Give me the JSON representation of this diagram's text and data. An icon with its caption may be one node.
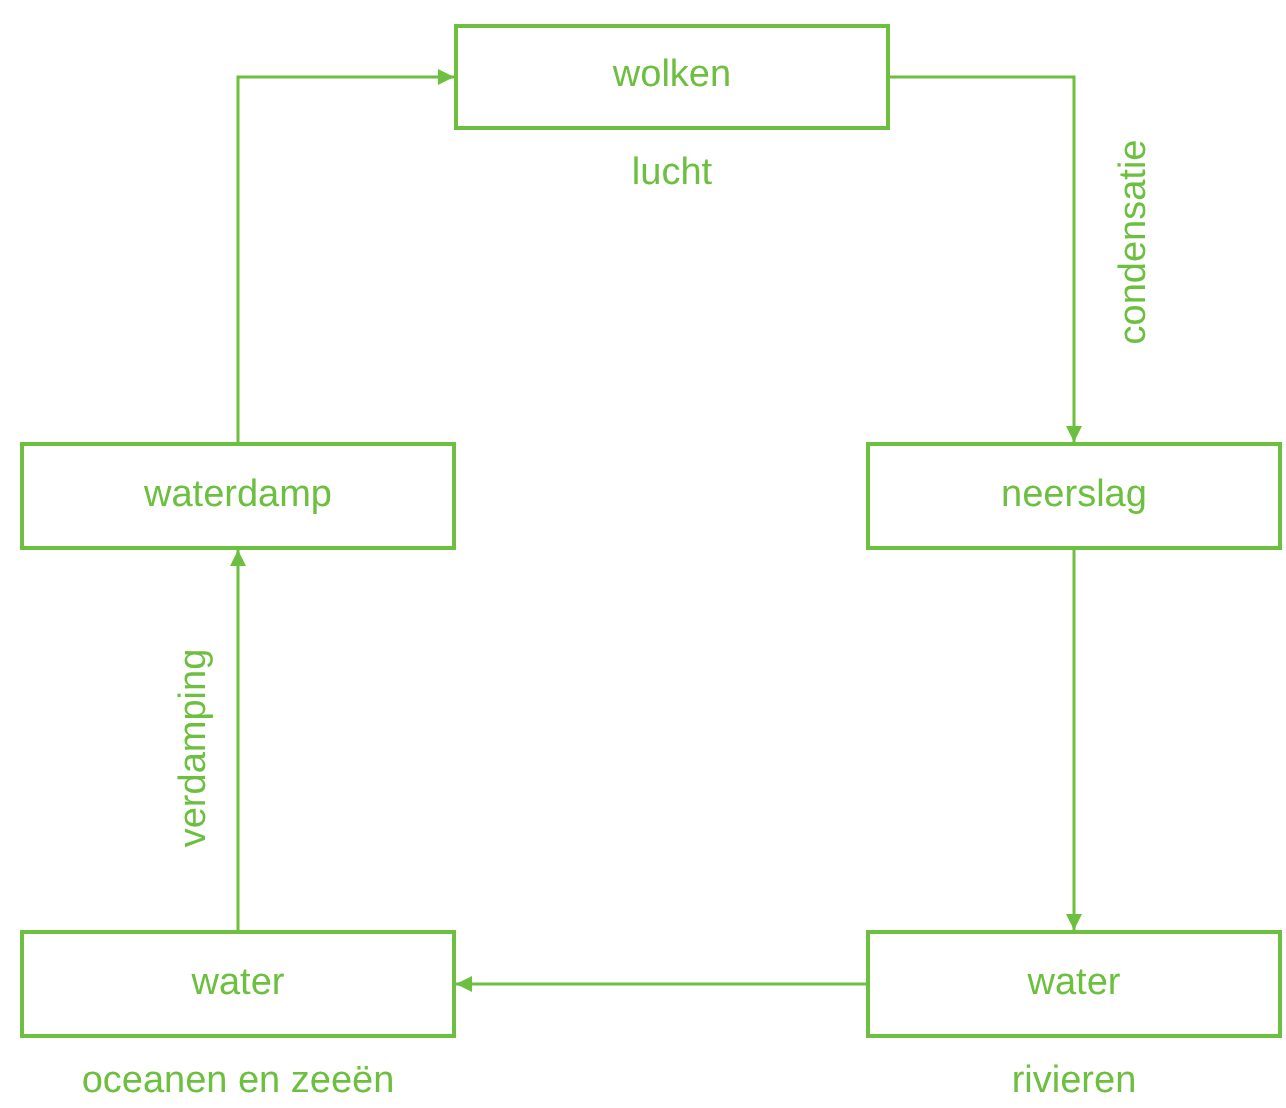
{
  "diagram": {
    "nodes": [
      {
        "text": [
          "wolken"
        ],
        "beside": [
          "lucht"
        ]
      },
      {
        "text": [
          "waterdamp"
        ]
      },
      {
        "text": [
          "neerslag"
        ]
      },
      {
        "text": [
          "water"
        ],
        "beside": [
          "oceanen en zeeën"
        ]
      },
      {
        "text": [
          "water"
        ],
        "beside": [
          "rivieren"
        ]
      }
    ],
    "edges": [
      {
        "from": 1,
        "to": 0,
        "arrow": "to"
      },
      {
        "from": 0,
        "to": 2,
        "arrow": "to",
        "label": "condensatie"
      },
      {
        "from": 2,
        "to": 4,
        "arrow": "to"
      },
      {
        "from": 4,
        "to": 3,
        "arrow": "to"
      },
      {
        "from": 3,
        "to": 1,
        "arrow": "to",
        "label": "verdamping"
      }
    ]
  }
}
